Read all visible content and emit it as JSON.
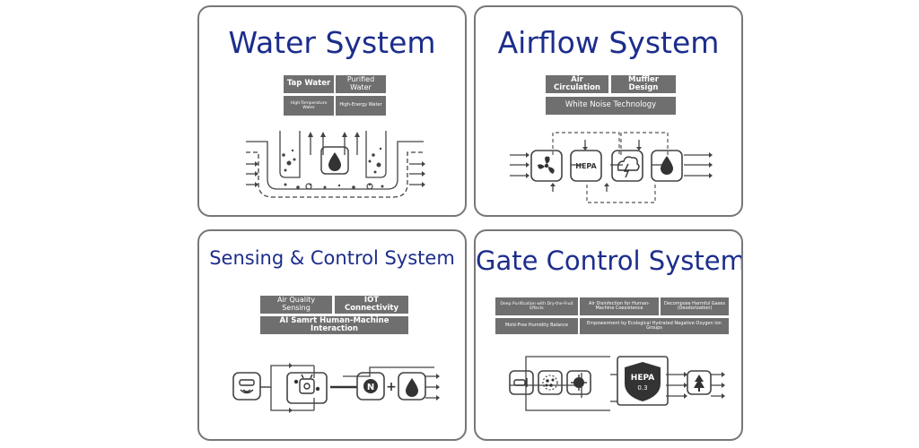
{
  "water": {
    "title": "Water System",
    "tags": [
      "Tap Water",
      "Purified Water",
      "High-Temperature Water",
      "High-Energy Water"
    ]
  },
  "airflow": {
    "title": "Airflow System",
    "tags": [
      "Air Circulation",
      "Muffler Design",
      "White Noise Technology"
    ],
    "hepa_label": "HEPA"
  },
  "sensing": {
    "title": "Sensing & Control System",
    "tags": [
      "Air Quality Sensing",
      "IOT Connectivity",
      "AI Samrt Human-Machine Interaction"
    ],
    "n_label": "N",
    "plus": "+"
  },
  "gate": {
    "title": "Gate Control System",
    "tags": [
      "Deep Purification with Dry-the-Fruit Effects",
      "Air Disinfection for Human-Machine Coexistence",
      "Decompose Harmful Gases (Deodorization)",
      "Mold-Free Humidity Balance",
      "Empowerment by Ecological Hydrated Negative Oxygen Ion Groups"
    ],
    "hepa_label": "HEPA",
    "hepa_value": "0.3"
  }
}
